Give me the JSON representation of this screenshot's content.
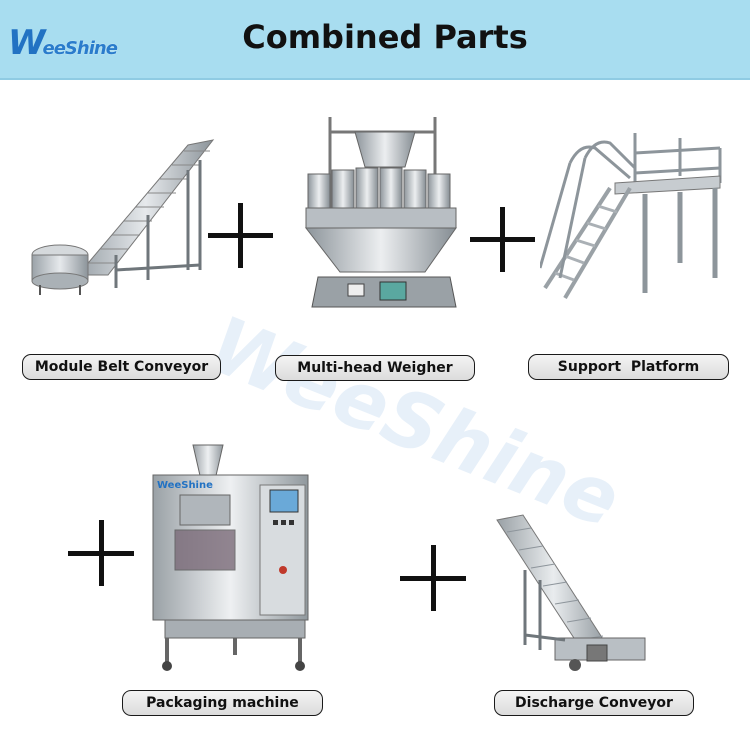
{
  "header": {
    "logo_initial": "W",
    "logo_rest": "eeShine",
    "title": "Combined Parts"
  },
  "parts": [
    {
      "label": "Module Belt Conveyor"
    },
    {
      "label": "Multi-head Weigher"
    },
    {
      "label": "Support  Platform"
    },
    {
      "label": "Packaging machine"
    },
    {
      "label": "Discharge Conveyor"
    }
  ],
  "machine_badge": {
    "text": "WeeShine"
  },
  "colors": {
    "header_bg": "#a8ddf0",
    "logo_blue": "#2272c3",
    "steel": "#c9ced3"
  }
}
